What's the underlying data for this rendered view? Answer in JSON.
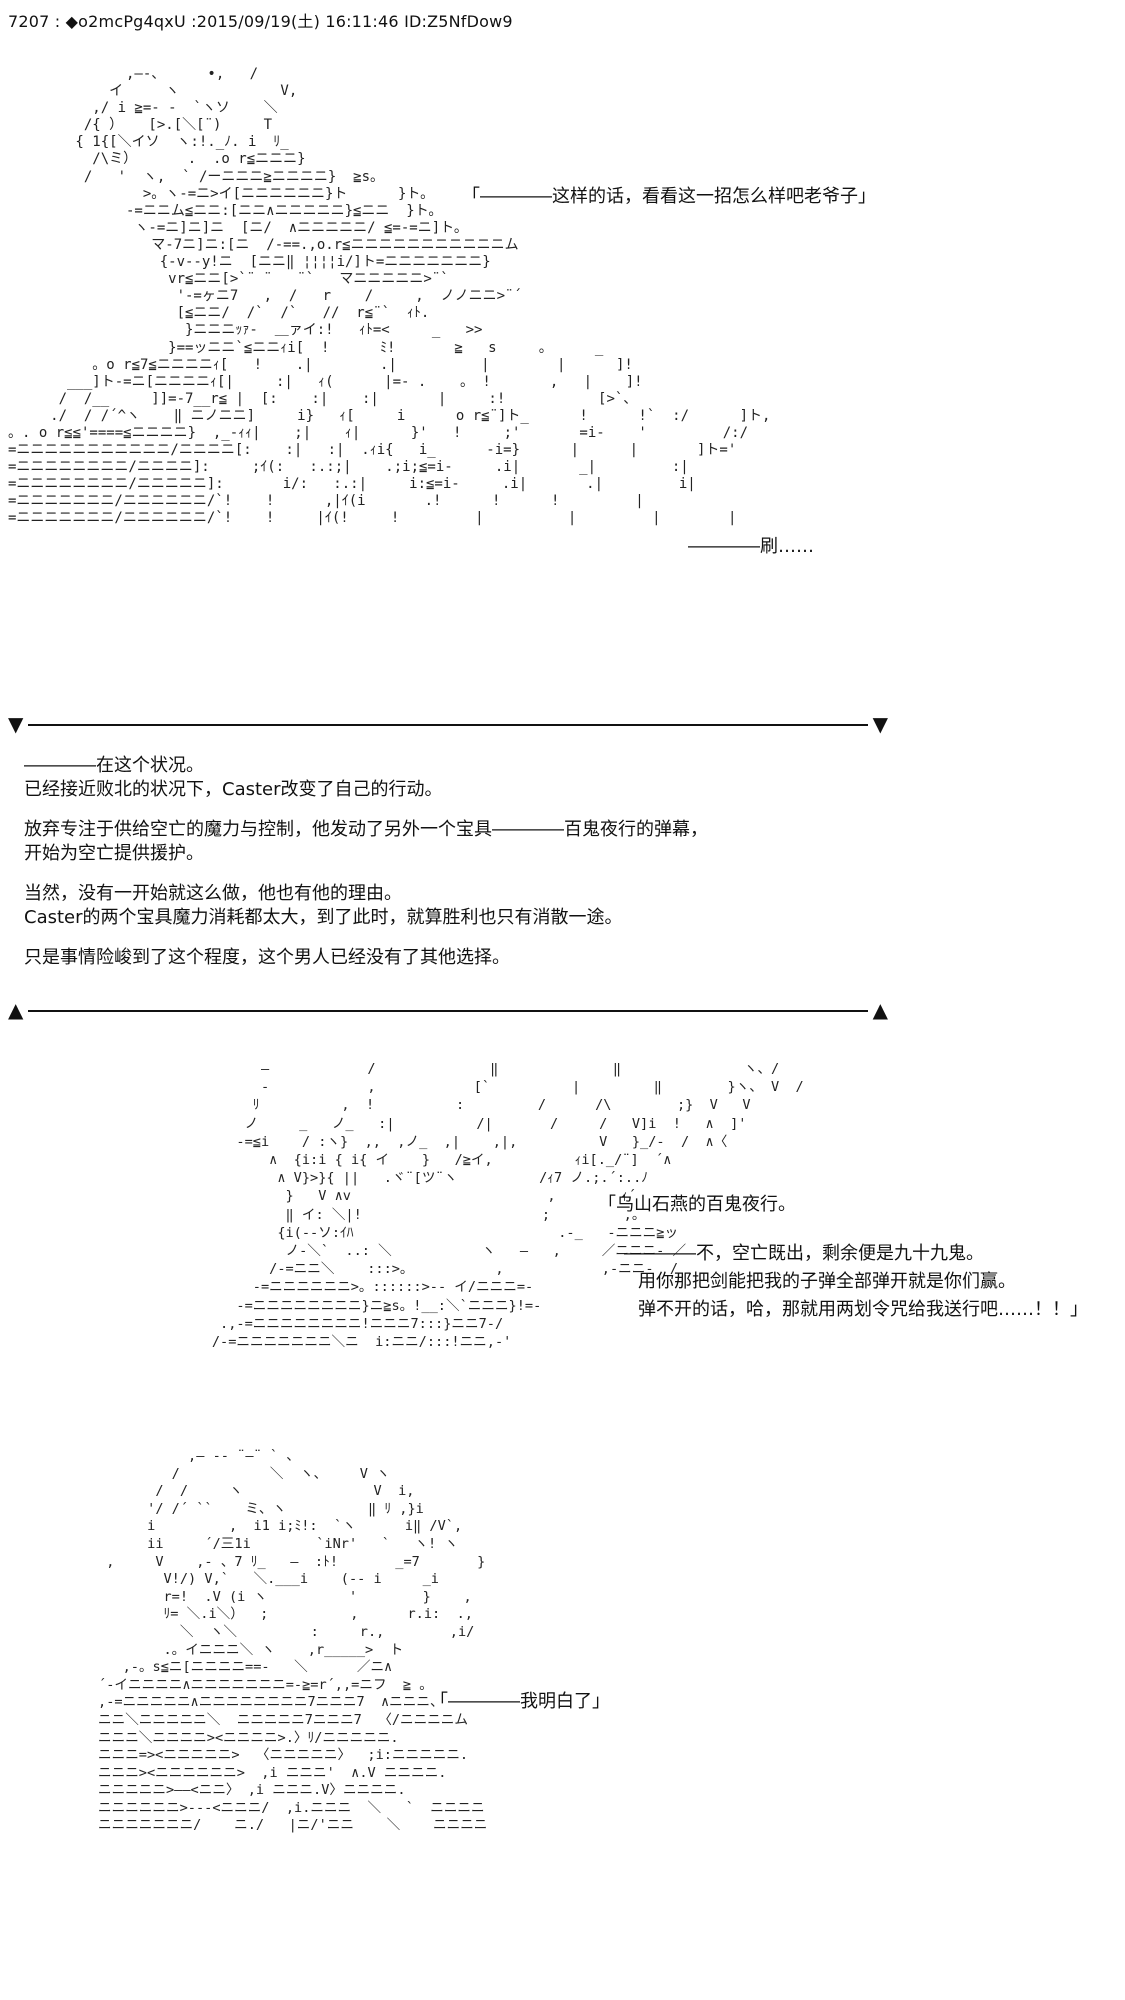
{
  "header": {
    "text": "7207 : ◆o2mcPg4qxU :2015/09/19(土) 16:11:46 ID:Z5NfDow9"
  },
  "panel1": {
    "art": "              ,—-、     •,   /\n            イ     ヽ            V,\n          ,/ i ≧=- -  `ヽソ    ＼\n         /{ ）   [>.[＼[¨)     T\n        { 1{[＼イソ  ヽ:!._ﾉ. i  ﾘ_\n          /\\ミ）      .  .o r≦ニニニ}\n         /   '  ヽ,  ` /ーニニニ≧ニニニニ}  ≧s。\n                >。ヽ-=ニ>イ[ニニニニニニ}ト      }ト。\n              -=ニニム≦ニニ:[ニニ∧ニニニニニ}≦ニニ  }ト。\n               ヽ-=ニ]ニ]ニ  [ニ/  ∧ニニニニニ/ ≦=-=ニ]ト。\n                 マ-7ニ]ニ:[ニ  /-==.,o.r≦ニニニニニニニニニニニム\n                  {-v--y!ニ  [ニニ‖ ¦¦¦¦i/]ト=ニニニニニニニ}\n                   vr≦ニニ[>`¨ ¨   ¨`   マニニニニニ>¨`\n                    '-=ヶニ7   ,  /   r    /     ,  ノノニニ>¨´\n                    [≦ニニ/  /`  /`   //  r≦¨`  ｨﾄ.\n                     }ニニニｯｧ-  ＿ァイ:!   ｨﾄ=<     _   >>\n                   }==ッニニ`≦ニニｨi[  !      ﾐ!       ≧   s     。     _\n          。o r≦7≦ニニニニｨ[   !    .|        .|          |        |      ]!\n       ___]ト-=ニ[ニニニニｨ[|     :|   ｨ(      |=- .    。 !       ,   |    ]!\n      /  /__     ]]=-7__r≦ |  [:    :|    :|       |     :!           [>`、\n     ./  / /´^ヽ    ‖ ニノニニ]     i}   ｨ[     i      o r≦¨]ト_      !      !`  :/      ]ト,\n。. o r≦≦'====≦ニニニニ}  ,_-ｨｨ|    ;|    ｨ|      }'   !     ;'       =i-    '         /:/\n=ニニニニニニニニニニニ/ニニニニ[:    :|   :|  .ｨi{   i_      -i=}      |      |       ]ト='\n=ニニニニニニニニ/ニニニニ]:     ;ｲ(:   :.:;|    .;i;≦=i-     .i|       _|         :|\n=ニニニニニニニニ/ニニニニニ]:       i/:   :.:|     i:≦=i-     .i|       .|         i|\n=ニニニニニニニ/ニニニニニニ/`!    !      ,|ｲ(i       .!      !      !         |\n=ニニニニニニニ/ニニニニニニ/`!    !     |ｲ(!     !         |          |         |        |",
    "quote": "「――――这样的话，看看这一招怎么样吧老爷子」",
    "sfx": "――――刷……"
  },
  "dividers": {
    "top_left": "▼",
    "top_right": "▼",
    "bottom_left": "▲",
    "bottom_right": "▲"
  },
  "narration": {
    "p1": "――――在这个状况。\n已经接近败北的状况下，Caster改变了自己的行动。",
    "p2": "放弃专注于供给空亡的魔力与控制，他发动了另外一个宝具――――百鬼夜行的弹幕，\n开始为空亡提供援护。",
    "p3": "当然，没有一开始就这么做，他也有他的理由。\nCaster的两个宝具魔力消耗都太大，到了此时，就算胜利也只有消散一途。",
    "p4": "只是事情险峻到了这个程度，这个男人已经没有了其他选择。"
  },
  "panel2": {
    "art": "                —            /              ‖              ‖               ヽ、/\n                -            ,            [`          |         ‖        }ヽ、 V  /\n               ﾘ          ,  !          :         /      /\\        ;}  V   V\n              ノ     _   ノ_   :|          /|       /     /   V]i  !   ∧  ]'\n             -=≦i    / :ヽ}  ,,  ,ノ_  ,|    ,|,          V   }_/-  /  ∧〈\n                 ∧  {i:i { i{ イ    }   /≧イ,          ｨi[._/¨]  ´∧\n                  ∧ V}>}{ ||   .ヾ¨[ツ¨ヽ          /ｨ7 ノ.;.´:..ﾉ\n                   }   V ∧v                        ,        ｨ´\n                   ‖ イ: ＼|!                      ;         ,。\n                  {i(--ソ:ｲﾊ                         .-_   -ニニニ≧ッ\n                   ノ-＼`  ..: ＼           ヽ   —   ,     ／ニニニ- ／\n                 /-=ニニ＼    :::>。          ,            ,-ニニ-  /\n               -=ニニニニニニ>。::::::>-- イ/ニニニ=-\n             -=ニニニニニニニニ}ニ≧s。!__:＼`ニニニ}!=-\n           .,-=ニニニニニニニニ!ニニニ7:::}ニニ7-/\n          /-=ニニニニニニニ＼ニ  i:ニニ/:::!ニニ,-'",
    "quote": "「乌山石燕的百鬼夜行。",
    "reply1": "――――不，空亡既出，剩余便是九十九鬼。",
    "reply2": "用你那把剑能把我的子弹全部弹开就是你们赢。",
    "reply3": "弹不开的话，哈，那就用两划令咒给我送行吧……！！」"
  },
  "panel3": {
    "art": "                      ,— -- ¨—¨ ` 、\n                    /           ＼  ヽ、    V ヽ\n                  /  /     ヽ                V  i,\n                 '/ /´ ``    ミ、ヽ          ‖ ﾘ ,}i\n                 i         ,  i1 i;ﾐ!:  `ヽ      i‖ /V`,\n                 ii     ´/三1i        `iNr'   `   ヽ! ヽ\n            ,     V    ,- 、7 ﾘ_   —  :ﾄ!       _=7       }\n                   V!/) V,`   ＼.___i    (-- i     _i\n                   r=!  .V (i ヽ          '        }    ,\n                   ﾘ= ＼.i＼）  ;          ,      r.i:  .,\n                     ＼  ヽ＼         :     r.,        ,i/\n                   .。イニニニ＼ ヽ    ,r_____>  ト\n              ,-。s≦ニ[ニニニニ==-   ＼      ／ニ∧\n           ´-イニニニニ∧ニニニニニニニ=-≧=r´,,=ニフ  ≧ 。\n           ,-=ニニニニニ∧ニニニニニニニニ7ニニニ7  ∧ニニニ、\n           ニニ＼ニニニニニ＼  ニニニニニ7ニニニ7  〈/ニニニニム\n           ニニニ＼ニニニニ><ニニニニ>.〉ﾘ/ニニニニニ.\n           ニニニ=><ニニニニニ>  〈ニニニニニ〉  ;i:ニニニニニ.\n           ニニニ><ニニニニニニ>  ,i ニニニ'  ∧.V ニニニニ.\n           ニニニニニ>——<ニニ〉 ,i ニニニ.V〉ニニニニ.\n           ニニニニニニ>---<ニニニ/  ,i.ニニニ  ＼   `  ニニニニ\n           ニニニニニニニ/    ニ./   |ニ/'ニニ    ＼    ニニニニ",
    "quote": "「――――我明白了」"
  }
}
